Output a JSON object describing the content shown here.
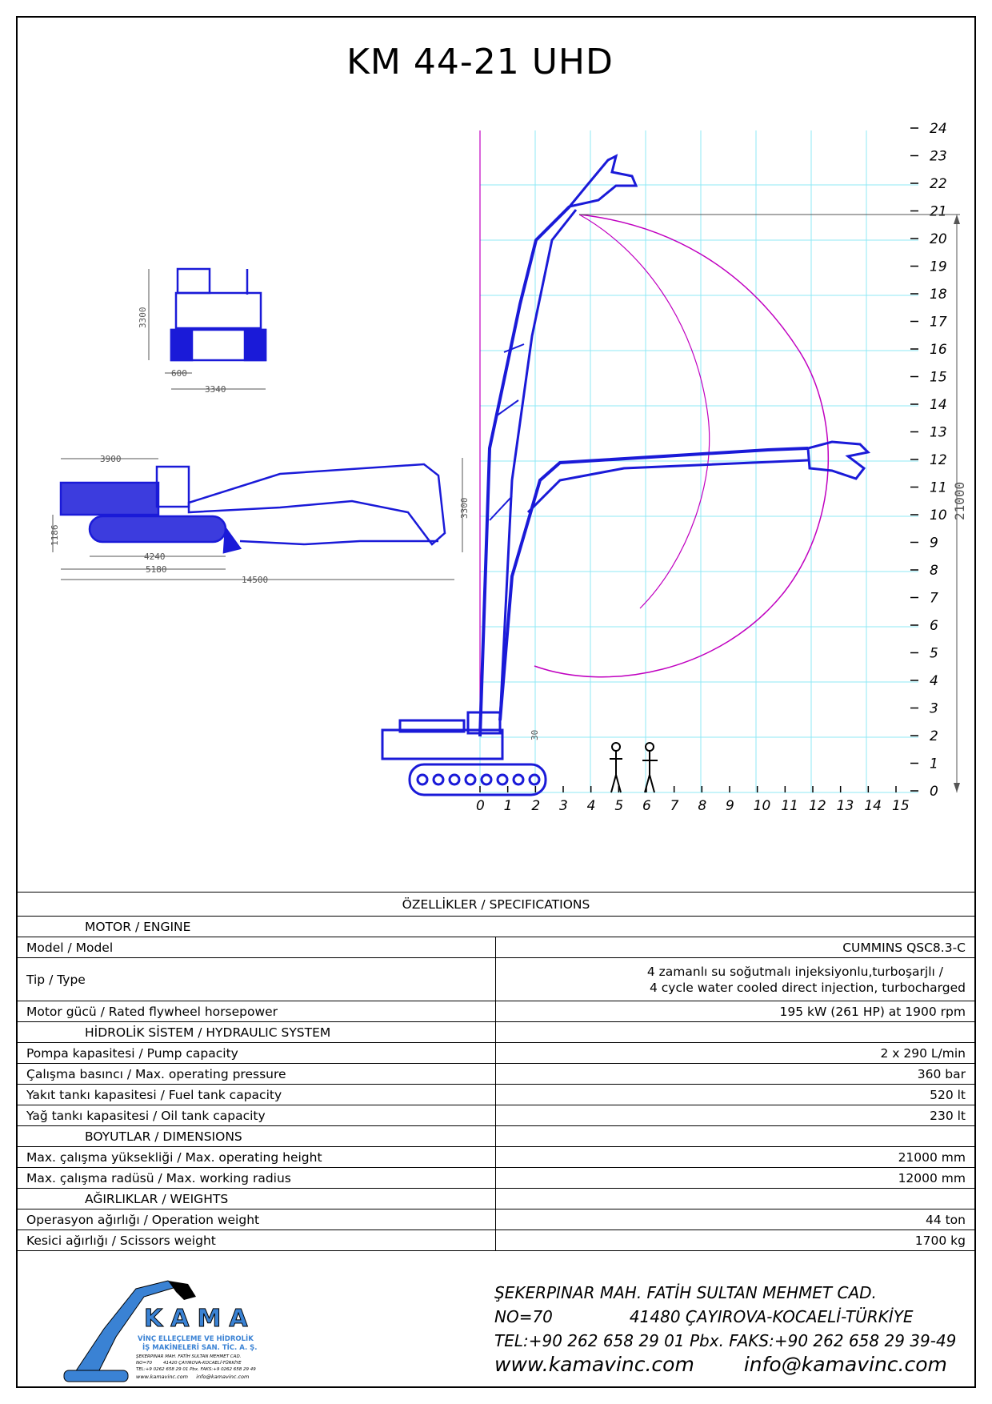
{
  "title": "KM 44-21 UHD",
  "colors": {
    "machine": "#1a1ad8",
    "grid": "#8fe8f5",
    "envelope": "#c000c0",
    "accent": "#3a82d4"
  },
  "chart": {
    "y_ticks": [
      "0",
      "1",
      "2",
      "3",
      "4",
      "5",
      "6",
      "7",
      "8",
      "9",
      "10",
      "11",
      "12",
      "13",
      "14",
      "15",
      "16",
      "17",
      "18",
      "19",
      "20",
      "21",
      "22",
      "23",
      "24"
    ],
    "x_ticks": [
      "0",
      "1",
      "2",
      "3",
      "4",
      "5",
      "6",
      "7",
      "8",
      "9",
      "10",
      "11",
      "12",
      "13",
      "14",
      "15"
    ],
    "height_dim": "21000",
    "angle_dim": "30"
  },
  "dims": {
    "front_height": "3300",
    "front_track": "600",
    "front_width": "3340",
    "side_cab": "3900",
    "side_height": "1186",
    "side_boom_height": "3300",
    "side_track": "4240",
    "side_length": "5180",
    "side_total": "14500"
  },
  "specs": {
    "header": "ÖZELLİKLER / SPECIFICATIONS",
    "engine_section": "MOTOR / ENGINE",
    "model_label": "Model / Model",
    "model_value": "CUMMINS QSC8.3-C",
    "type_label": "Tip / Type",
    "type_value_1": "4 zamanlı su soğutmalı injeksiyonlu,turboşarjlı /",
    "type_value_2": "4 cycle water cooled direct injection, turbocharged",
    "power_label": "Motor gücü / Rated flywheel horsepower",
    "power_value": "195 kW (261 HP) at 1900 rpm",
    "hydraulic_section": "HİDROLİK SİSTEM / HYDRAULIC SYSTEM",
    "pump_label": "Pompa kapasitesi / Pump capacity",
    "pump_value": "2 x 290 L/min",
    "pressure_label": "Çalışma basıncı / Max. operating pressure",
    "pressure_value": "360 bar",
    "fuel_label": "Yakıt tankı kapasitesi / Fuel tank capacity",
    "fuel_value": "520 lt",
    "oil_label": "Yağ tankı kapasitesi / Oil tank capacity",
    "oil_value": "230 lt",
    "dimensions_section": "BOYUTLAR / DIMENSIONS",
    "height_label": "Max. çalışma yüksekliği / Max. operating height",
    "height_value": "21000 mm",
    "radius_label": "Max. çalışma radüsü  / Max. working radius",
    "radius_value": "12000 mm",
    "weights_section": "AĞIRLIKLAR / WEIGHTS",
    "op_weight_label": "Operasyon ağırlığı / Operation weight",
    "op_weight_value": "44 ton",
    "scissors_label": "Kesici ağırlığı / Scissors weight",
    "scissors_value": "1700 kg"
  },
  "footer": {
    "address_1": "ŞEKERPINAR MAH. FATİH SULTAN MEHMET CAD.",
    "address_2a": "NO=70",
    "address_2b": "41480 ÇAYIROVA-KOCAELİ-TÜRKİYE",
    "phone": "TEL:+90 262 658 29 01 Pbx. FAKS:+90 262 658 29 39-49",
    "web": "www.kamavinc.com",
    "email": "info@kamavinc.com"
  },
  "logo": {
    "brand": "KAMA",
    "line1": "VİNÇ ELLEÇLEME VE HİDROLİK",
    "line2": "İŞ MAKİNELERİ SAN. TİC. A. Ş.",
    "small1": "ŞEKERPINAR MAH. FATİH SULTAN MEHMET CAD.",
    "small2": "NO=70        41420 ÇAYIROVA-KOCAELİ-TÜRKİYE",
    "small3": "TEL:+9 0262 658 29 01 Pbx. FAKS:+9 0262 658 29 49",
    "small4": "www.kamavinc.com     info@kamavinc.com"
  }
}
